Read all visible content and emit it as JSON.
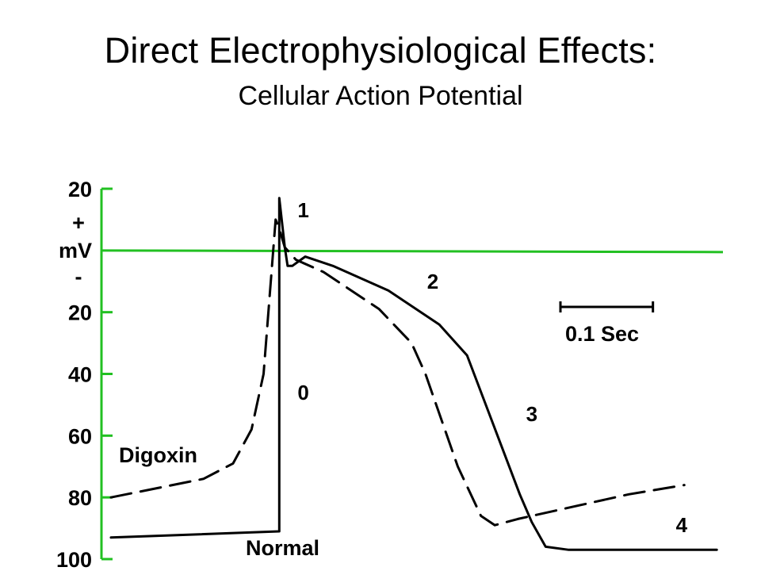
{
  "title": "Direct Electrophysiological Effects:",
  "subtitle": "Cellular Action Potential",
  "colors": {
    "axis": "#22c022",
    "curve": "#000000",
    "text": "#000000"
  },
  "chart_data": {
    "type": "line",
    "y_axis": {
      "top_tick": "20",
      "plus_sign": "+",
      "unit": "mV",
      "minus_sign": "-",
      "ticks": [
        {
          "value": 20,
          "label": "20",
          "level": -20
        },
        {
          "value": 0,
          "label": "",
          "level": 0
        },
        {
          "value": -20,
          "label": "20",
          "level": 20
        },
        {
          "value": -40,
          "label": "40",
          "level": 40
        },
        {
          "value": -60,
          "label": "60",
          "level": 60
        },
        {
          "value": -80,
          "label": "80",
          "level": 80
        },
        {
          "value": -100,
          "label": "100",
          "level": 100
        }
      ],
      "ylim": [
        -100,
        20
      ]
    },
    "x_axis": {
      "scale_bar_label": "0.1 Sec",
      "scale_bar_seconds": 0.1,
      "xlim": [
        0,
        0.66
      ]
    },
    "phase_labels": [
      {
        "label": "1",
        "t": 0.208,
        "mv": 13
      },
      {
        "label": "2",
        "t": 0.348,
        "mv": -10
      },
      {
        "label": "3",
        "t": 0.455,
        "mv": -53
      },
      {
        "label": "0",
        "t": 0.208,
        "mv": -46
      },
      {
        "label": "4",
        "t": 0.617,
        "mv": -89
      }
    ],
    "series": [
      {
        "name": "Normal",
        "style": "solid",
        "points": [
          [
            0.0,
            -93
          ],
          [
            0.182,
            -91
          ],
          [
            0.182,
            17
          ],
          [
            0.188,
            1
          ],
          [
            0.191,
            -5
          ],
          [
            0.196,
            -5
          ],
          [
            0.21,
            -2
          ],
          [
            0.24,
            -5
          ],
          [
            0.3,
            -13
          ],
          [
            0.355,
            -24
          ],
          [
            0.385,
            -34
          ],
          [
            0.442,
            -79
          ],
          [
            0.455,
            -88
          ],
          [
            0.47,
            -96
          ],
          [
            0.495,
            -97
          ],
          [
            0.655,
            -97
          ]
        ]
      },
      {
        "name": "Digoxin",
        "style": "dashed",
        "points": [
          [
            0.0,
            -80
          ],
          [
            0.1,
            -74
          ],
          [
            0.132,
            -69
          ],
          [
            0.152,
            -58
          ],
          [
            0.165,
            -40
          ],
          [
            0.178,
            10
          ],
          [
            0.182,
            7
          ],
          [
            0.188,
            1
          ],
          [
            0.2,
            -3
          ],
          [
            0.23,
            -7
          ],
          [
            0.29,
            -19
          ],
          [
            0.325,
            -30
          ],
          [
            0.34,
            -40
          ],
          [
            0.375,
            -70
          ],
          [
            0.4,
            -86
          ],
          [
            0.415,
            -89
          ],
          [
            0.44,
            -87
          ],
          [
            0.56,
            -79
          ],
          [
            0.62,
            -76
          ]
        ]
      }
    ]
  }
}
